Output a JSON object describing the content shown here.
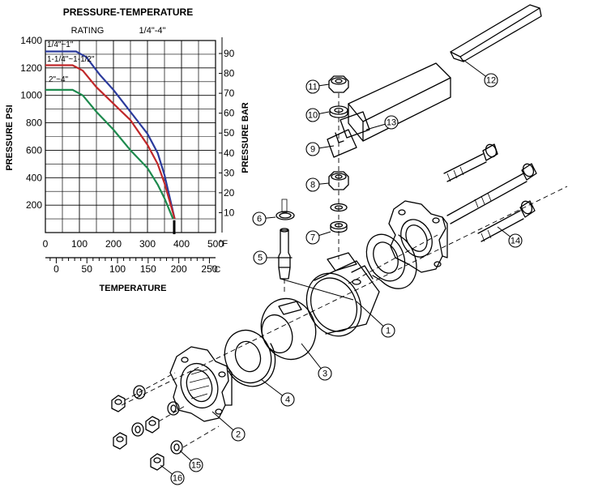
{
  "chart": {
    "title": "PRESSURE-TEMPERATURE",
    "rating_label": "RATING",
    "rating_range": "1/4\"-4\"",
    "ylabel_left": "PRESSURE PSI",
    "ylabel_right": "PRESSURE BAR",
    "xlabel": "TEMPERATURE",
    "f_unit": "°F",
    "c_unit": "°C",
    "psi_ticks": [
      "1400",
      "1200",
      "1000",
      "800",
      "600",
      "400",
      "200"
    ],
    "bar_ticks": [
      "90",
      "80",
      "70",
      "60",
      "50",
      "40",
      "30",
      "20",
      "10"
    ],
    "f_ticks": [
      "0",
      "100",
      "200",
      "300",
      "400",
      "500"
    ],
    "c_ticks": [
      "0",
      "50",
      "100",
      "150",
      "200",
      "250"
    ]
  },
  "chart_data": {
    "type": "line",
    "title": "PRESSURE-TEMPERATURE RATING 1/4\"-4\"",
    "xlabel": "TEMPERATURE",
    "ylabel": "PRESSURE PSI",
    "y2label": "PRESSURE BAR",
    "xunit": "°F",
    "x2unit": "°C",
    "xlim": [
      0,
      500
    ],
    "ylim": [
      0,
      1400
    ],
    "grid": true,
    "series": [
      {
        "name": "1/4\"~1\"",
        "color": "#2b3a9c",
        "points": [
          [
            0,
            1320
          ],
          [
            90,
            1320
          ],
          [
            120,
            1280
          ],
          [
            160,
            1150
          ],
          [
            200,
            1040
          ],
          [
            250,
            880
          ],
          [
            300,
            720
          ],
          [
            330,
            580
          ],
          [
            350,
            420
          ],
          [
            380,
            100
          ]
        ]
      },
      {
        "name": "1-1/4\"~1-1/2\"",
        "color": "#c0282a",
        "points": [
          [
            0,
            1220
          ],
          [
            80,
            1220
          ],
          [
            110,
            1180
          ],
          [
            150,
            1060
          ],
          [
            200,
            940
          ],
          [
            250,
            820
          ],
          [
            300,
            640
          ],
          [
            330,
            500
          ],
          [
            350,
            360
          ],
          [
            380,
            100
          ]
        ]
      },
      {
        "name": "2\"~4\"",
        "color": "#1e8a4e",
        "points": [
          [
            0,
            1040
          ],
          [
            80,
            1040
          ],
          [
            110,
            1000
          ],
          [
            150,
            880
          ],
          [
            200,
            750
          ],
          [
            250,
            600
          ],
          [
            300,
            470
          ],
          [
            330,
            350
          ],
          [
            350,
            250
          ],
          [
            375,
            100
          ]
        ]
      }
    ]
  },
  "callouts": [
    "1",
    "2",
    "3",
    "4",
    "5",
    "6",
    "7",
    "8",
    "9",
    "10",
    "11",
    "12",
    "13",
    "14",
    "15",
    "16"
  ]
}
